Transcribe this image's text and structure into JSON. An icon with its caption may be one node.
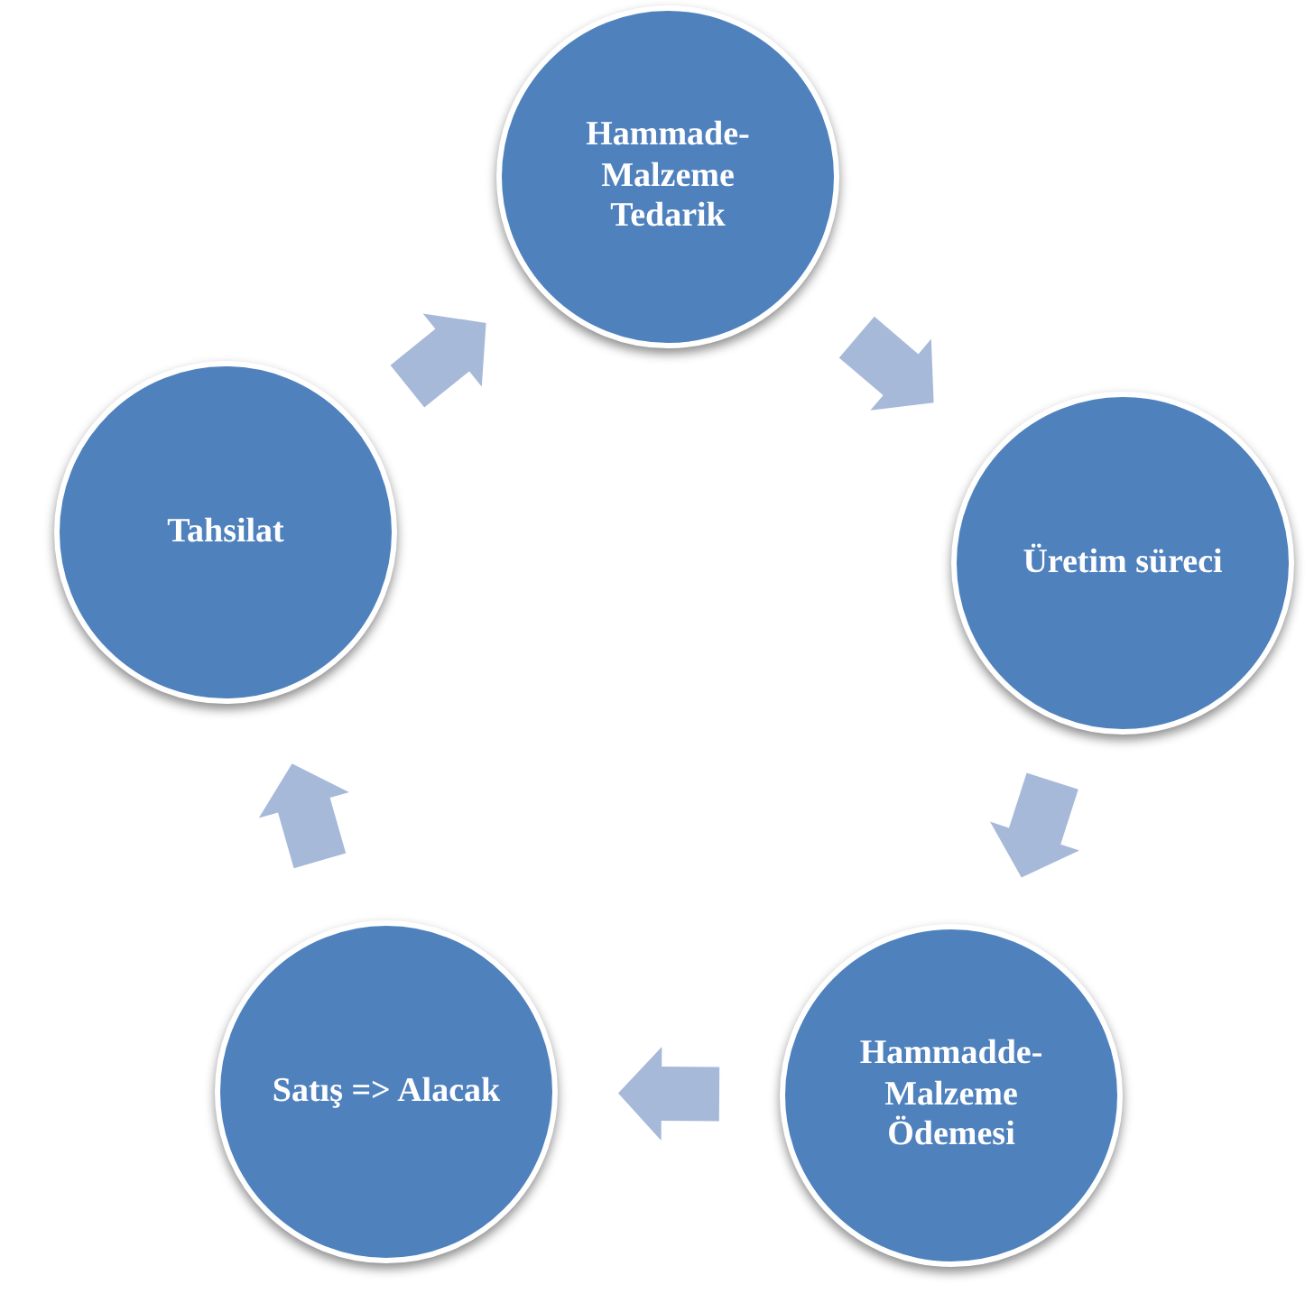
{
  "diagram": {
    "nodes": [
      {
        "text": [
          "Hammade- Malzeme Tedarik"
        ]
      },
      {
        "text": [
          "Üretim süreci"
        ]
      },
      {
        "text": [
          "Hammadde- Malzeme Ödemesi"
        ]
      },
      {
        "text": [
          "Satış => Alacak"
        ]
      },
      {
        "text": [
          "Tahsilat"
        ]
      }
    ],
    "edges": [
      {
        "from": 0,
        "to": 1,
        "arrow": "to"
      },
      {
        "from": 1,
        "to": 2,
        "arrow": "to"
      },
      {
        "from": 2,
        "to": 3,
        "arrow": "to"
      },
      {
        "from": 3,
        "to": 4,
        "arrow": "to"
      },
      {
        "from": 4,
        "to": 0,
        "arrow": "to"
      }
    ]
  }
}
